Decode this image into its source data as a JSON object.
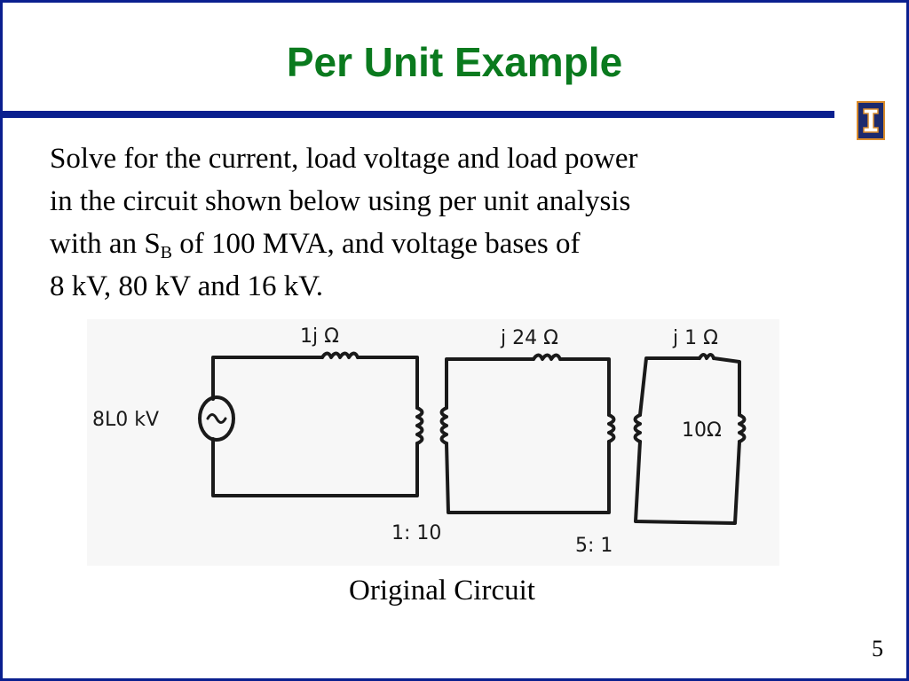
{
  "slide": {
    "title": "Per Unit Example",
    "body": {
      "line1": "Solve for the current, load voltage and load power",
      "line2": "in the circuit shown below using per unit analysis",
      "line3_prefix": "with an S",
      "line3_sub": "B",
      "line3_suffix": " of 100 MVA, and voltage bases of",
      "line4": "8 kV, 80 kV  and 16 kV."
    },
    "figure": {
      "source_label": "8L0 kV",
      "line1_impedance": "1j Ω",
      "line2_impedance": "j 24 Ω",
      "line3_impedance": "j 1 Ω",
      "load_resistance": "10Ω",
      "transformer1_ratio": "1: 10",
      "transformer2_ratio": "5: 1"
    },
    "caption": "Original Circuit",
    "page_number": "5"
  },
  "colors": {
    "title_green": "#0a7a1e",
    "border_blue": "#0a1f8f",
    "logo_orange": "#d98b2b"
  },
  "icons": {
    "logo": "university-block-i-logo"
  }
}
